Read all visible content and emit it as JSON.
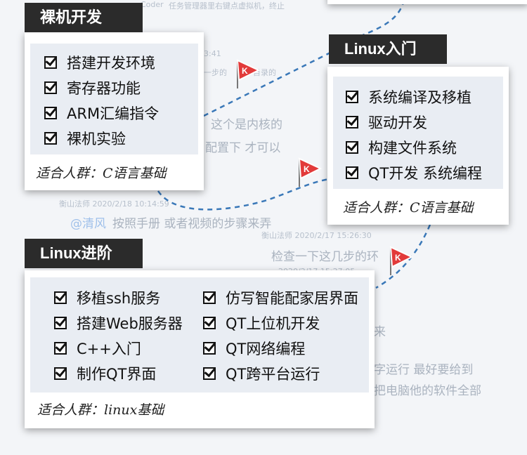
{
  "bg_fragments": {
    "top": "任务管理器里右键点虚拟机，终止",
    "top_user": "Coder",
    "time1": "3:41",
    "path_frag": "一步的",
    "path_frag2": "目录的",
    "line1": "这个是内核的",
    "line2": "配置下 才可以",
    "user_time": "衡山法师 2020/2/18 10:14:59",
    "mention": "@清风",
    "reply": "按照手册 或者视频的步骤来弄",
    "user_time2": "衡山法师 2020/2/17 15:26:30",
    "check": "检查一下这几步的环",
    "time3": "2020/2/17 15:27:05",
    "frag_right1": "来",
    "frag_right2": "字运行 最好要给到",
    "frag_right3": "把电脑他的软件全部"
  },
  "sections": {
    "baremetal": {
      "title": "裸机开发",
      "items": [
        "搭建开发环境",
        "寄存器功能",
        "ARM汇编指令",
        "裸机实验"
      ],
      "audience": "适合人群：C语言基础"
    },
    "linux_intro": {
      "title": "Linux入门",
      "items": [
        "系统编译及移植",
        "驱动开发",
        "构建文件系统",
        "QT开发 系统编程"
      ],
      "audience": "适合人群：C语言基础"
    },
    "linux_adv": {
      "title": "Linux进阶",
      "items_left": [
        "移植ssh服务",
        "搭建Web服务器",
        "C++入门",
        "制作QT界面"
      ],
      "items_right": [
        "仿写智能配家居界面",
        "QT上位机开发",
        "QT网络编程",
        "QT跨平台运行"
      ],
      "audience": "适合人群：linux基础"
    }
  },
  "flag": {
    "letter": "K",
    "color": "#e23a3a"
  },
  "colors": {
    "path": "#3a78b8",
    "tag_bg": "#2b2b2b"
  }
}
